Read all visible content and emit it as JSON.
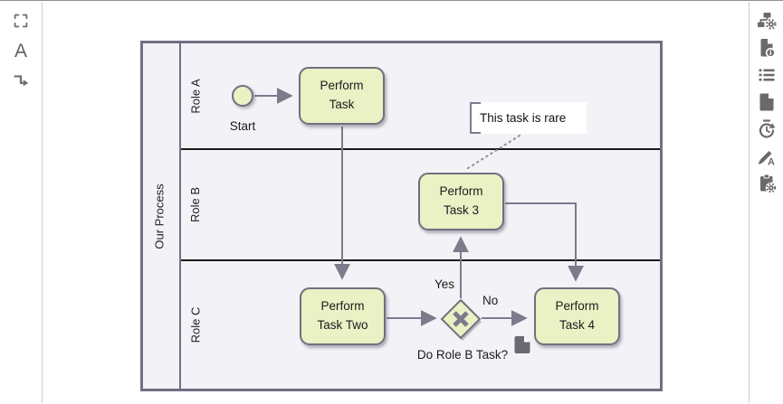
{
  "left_toolbar": {
    "tools": [
      {
        "name": "marquee-select",
        "icon": "marquee-icon"
      },
      {
        "name": "text-tool",
        "icon": "letter-a-icon",
        "glyph": "A"
      },
      {
        "name": "connector-tool",
        "icon": "elbow-arrow-icon"
      }
    ]
  },
  "right_toolbar": {
    "tools": [
      {
        "name": "process-settings",
        "icon": "workflow-gear-icon"
      },
      {
        "name": "document-info",
        "icon": "file-info-icon"
      },
      {
        "name": "outline-list",
        "icon": "list-icon"
      },
      {
        "name": "new-page",
        "icon": "page-icon"
      },
      {
        "name": "history",
        "icon": "history-icon"
      },
      {
        "name": "text-style",
        "icon": "brush-a-icon"
      },
      {
        "name": "clipboard-settings",
        "icon": "clipboard-gear-icon"
      }
    ]
  },
  "diagram": {
    "pool": {
      "label": "Our Process",
      "lanes": [
        {
          "label": "Role A"
        },
        {
          "label": "Role B"
        },
        {
          "label": "Role C"
        }
      ]
    },
    "nodes": {
      "start_event": {
        "label": "Start"
      },
      "task_perform": {
        "label": "Perform Task"
      },
      "task_perform_two": {
        "label": "Perform Task Two"
      },
      "task_perform_3": {
        "label": "Perform Task 3"
      },
      "task_perform_4": {
        "label": "Perform Task 4"
      },
      "gateway": {
        "label": "Do Role B Task?"
      },
      "annotation": {
        "text": "This task is rare"
      }
    },
    "edge_labels": {
      "yes": "Yes",
      "no": "No"
    },
    "colors": {
      "shape_fill": "#e9f1c5",
      "shape_border": "#70707e",
      "connector": "#7b7b8c",
      "pool_border": "#6f6f85",
      "lane_divider": "#1a1a1a",
      "pool_background": "#f2f2f7"
    }
  }
}
